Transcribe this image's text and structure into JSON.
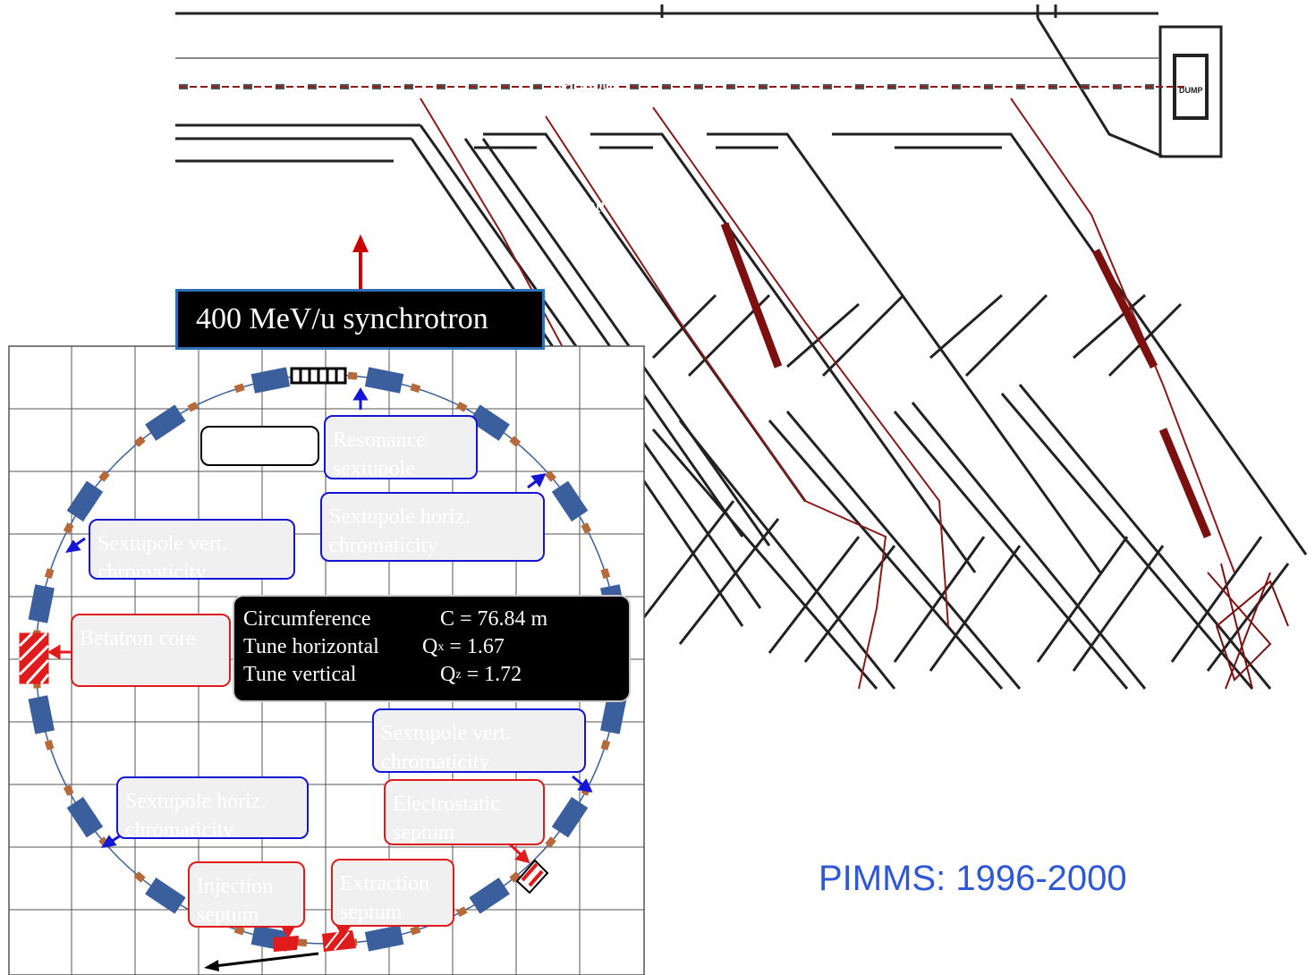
{
  "synchrotron_title": "400 MeV/u  synchrotron",
  "parameters": [
    {
      "label": "Circumference",
      "symbol": "C",
      "sub": "",
      "value": "= 76.84 m"
    },
    {
      "label": "Tune horizontal",
      "symbol": "Q",
      "sub": "x",
      "value": "= 1.67"
    },
    {
      "label": "Tune vertical",
      "symbol": "Q",
      "sub": "z",
      "value": "= 1.72"
    }
  ],
  "labels": {
    "resonance_sextupole": "Resonance sextupole",
    "sextupole_horiz_top": "Sextupole horiz. chromaticity",
    "sextupole_vert_left": "Sextupole vert. chromaticity",
    "betatron_core": "Betatron core",
    "sextupole_vert_right": "Sextupole vert. chromaticity",
    "electrostatic_septum": "Electrostatic septum",
    "sextupole_horiz_bottom": "Sextupole horiz. chromaticity",
    "injection_septum": "Injection septum",
    "extraction_septum": "Extraction septum"
  },
  "beamline": {
    "dump_label": "DUMP",
    "ghost_text_1": "Transpor",
    "ghost_text_2": "Gantr"
  },
  "caption": "PIMMS: 1996-2000",
  "colors": {
    "dipole": "#3a5f9c",
    "quadrupole": "#b66a3a",
    "blue_border": "#1515d6",
    "red_border": "#e01b1b",
    "beam_red": "#8b1a1a",
    "caption": "#2f58d6"
  }
}
